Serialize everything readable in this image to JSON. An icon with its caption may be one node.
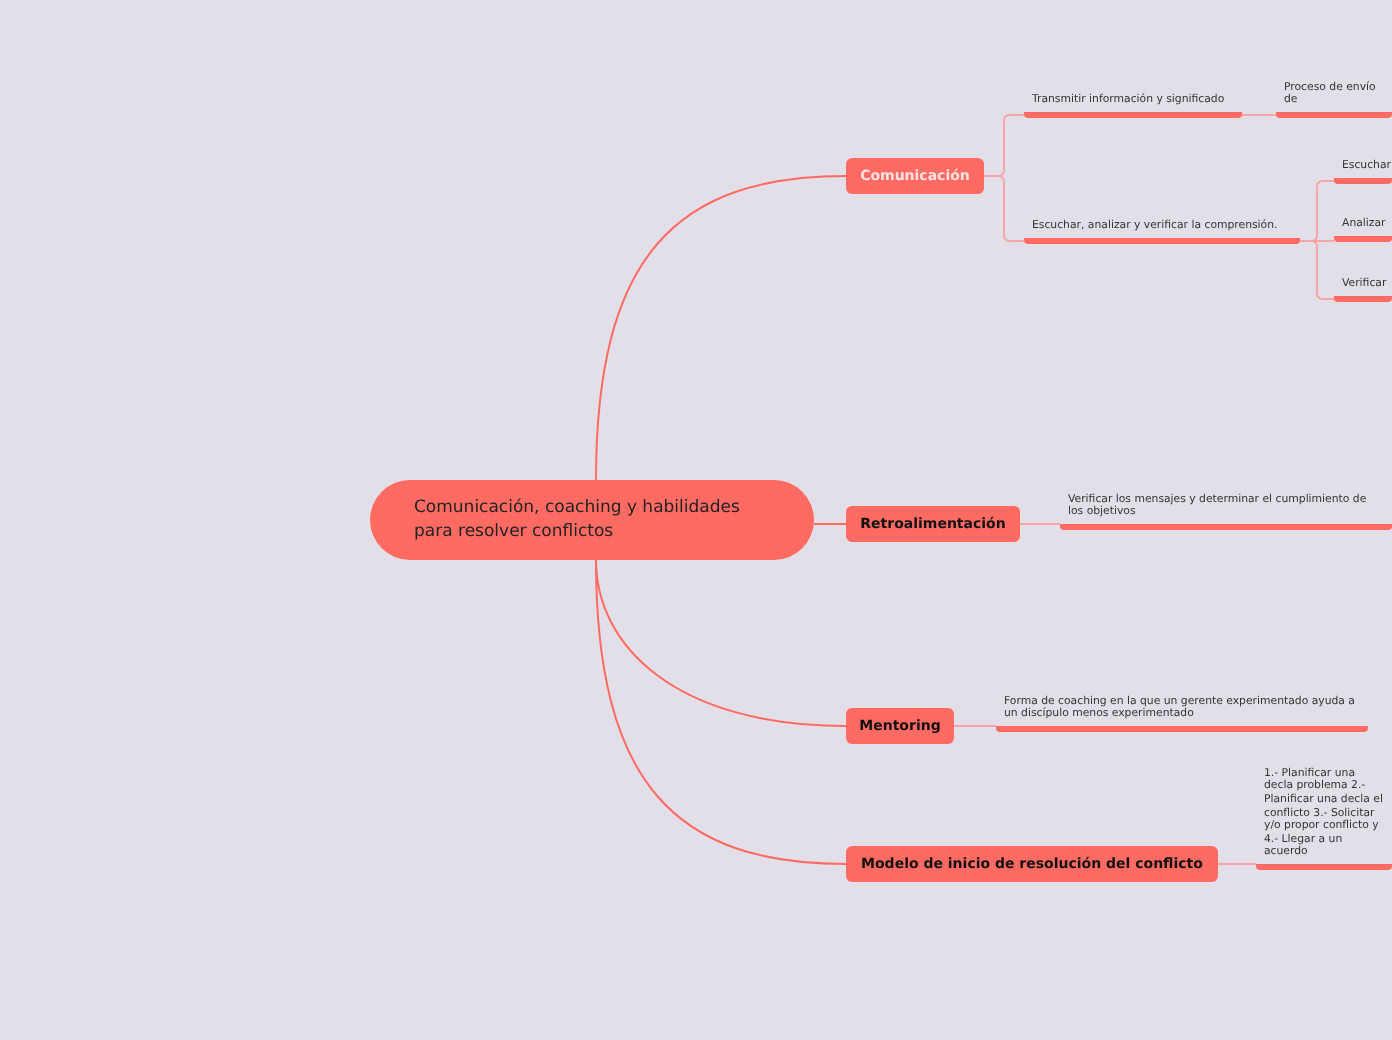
{
  "diagram": {
    "nodes": [
      {
        "text": [
          "Comunicación, coaching y habilidades para resolver conflictos"
        ]
      },
      {
        "text": [
          "Comunicación"
        ]
      },
      {
        "text": [
          "Transmitir información y significado"
        ]
      },
      {
        "text": [
          "Proceso de envío de"
        ]
      },
      {
        "text": [
          "Escuchar, analizar y verificar la comprensión."
        ]
      },
      {
        "text": [
          "Escuchar"
        ]
      },
      {
        "text": [
          "Analizar"
        ]
      },
      {
        "text": [
          "Verificar"
        ]
      },
      {
        "text": [
          "Retroalimentación"
        ]
      },
      {
        "text": [
          "Verificar los mensajes y determinar el cumplimiento de los objetivos"
        ]
      },
      {
        "text": [
          "Mentoring"
        ]
      },
      {
        "text": [
          "Forma de coaching en la que un gerente experimentado ayuda a un discípulo menos experimentado"
        ]
      },
      {
        "text": [
          "Modelo de inicio de resolución del conflicto"
        ]
      },
      {
        "text": [
          "1.- Planificar una decla problema 2.- Planificar una decla el conflicto 3.- Solicitar y/o propor conflicto y 4.- Llegar a un acuerdo"
        ]
      }
    ],
    "edges": [
      {
        "from": 0,
        "to": 1,
        "arrow": "none"
      },
      {
        "from": 0,
        "to": 8,
        "arrow": "none"
      },
      {
        "from": 0,
        "to": 10,
        "arrow": "none"
      },
      {
        "from": 0,
        "to": 12,
        "arrow": "none"
      },
      {
        "from": 1,
        "to": 2,
        "arrow": "none"
      },
      {
        "from": 1,
        "to": 4,
        "arrow": "none"
      },
      {
        "from": 2,
        "to": 3,
        "arrow": "none"
      },
      {
        "from": 4,
        "to": 5,
        "arrow": "none"
      },
      {
        "from": 4,
        "to": 6,
        "arrow": "none"
      },
      {
        "from": 4,
        "to": 7,
        "arrow": "none"
      },
      {
        "from": 8,
        "to": 9,
        "arrow": "none"
      },
      {
        "from": 10,
        "to": 11,
        "arrow": "none"
      },
      {
        "from": 12,
        "to": 13,
        "arrow": "none"
      }
    ]
  }
}
